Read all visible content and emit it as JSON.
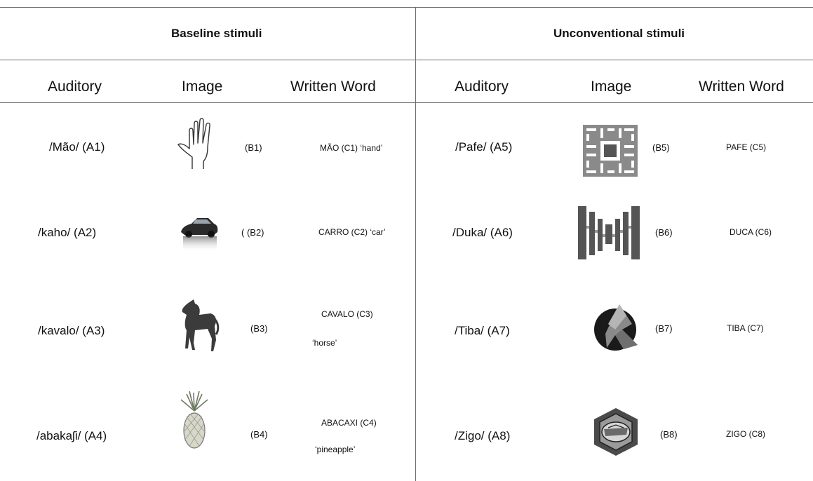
{
  "sections": {
    "baseline": "Baseline stimuli",
    "unconventional": "Unconventional stimuli"
  },
  "columns": {
    "auditory": "Auditory",
    "image": "Image",
    "written": "Written Word"
  },
  "baseline_rows": [
    {
      "auditory": "/Mão/ (A1)",
      "label": "(B1)",
      "written": "MÃO (C1) ‘hand’",
      "written2": "",
      "icon": "hand-icon"
    },
    {
      "auditory": "/kaho/ (A2)",
      "label": "(  (B2)",
      "written": "CARRO (C2) ‘car’",
      "written2": "",
      "icon": "car-icon"
    },
    {
      "auditory": "/kavalo/ (A3)",
      "label": "(B3)",
      "written": "CAVALO (C3)",
      "written2": "‘horse’",
      "icon": "horse-icon"
    },
    {
      "auditory": "/abakaʃi/ (A4)",
      "label": "(B4)",
      "written": "ABACAXI (C4)",
      "written2": "‘pineapple’",
      "icon": "pineapple-icon"
    }
  ],
  "unconventional_rows": [
    {
      "auditory": "/Pafe/ (A5)",
      "label": "(B5)",
      "written": "PAFE  (C5)",
      "icon": "maze-square-icon"
    },
    {
      "auditory": "/Duka/ (A6)",
      "label": "(B6)",
      "written": "DUCA (C6)",
      "icon": "bars-structure-icon"
    },
    {
      "auditory": "/Tiba/  (A7)",
      "label": "(B7)",
      "written": "TIBA  (C7)",
      "icon": "round-emblem-icon"
    },
    {
      "auditory": "/Zigo/  (A8)",
      "label": "(B8)",
      "written": "ZIGO  (C8)",
      "icon": "hexagon-emblem-icon"
    }
  ]
}
